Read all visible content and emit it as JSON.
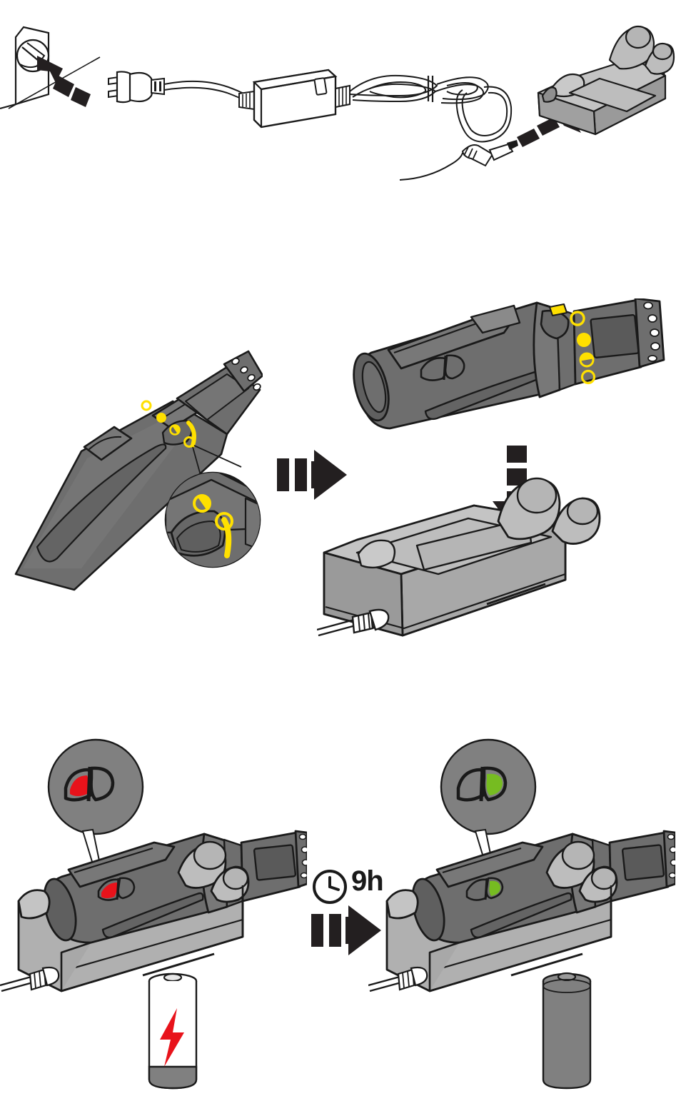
{
  "document": {
    "type": "instruction-manual-illustration",
    "title": "Charging the handheld device",
    "steps": 3,
    "background_color": "#ffffff"
  },
  "palette": {
    "outline": "#1a1a1a",
    "device_body": "#6e6e6e",
    "device_body_dark": "#5a5a5a",
    "device_body_light": "#7c7c7c",
    "cradle": "#b0b0b0",
    "cradle_light": "#c4c4c4",
    "cradle_dark": "#9a9a9a",
    "callout_fill": "#808080",
    "accent_yellow": "#ffe000",
    "led_red": "#e8131b",
    "led_green": "#76bc21",
    "battery_empty": "#ffffff",
    "battery_full": "#808080",
    "arrow_black": "#231f20",
    "white": "#ffffff"
  },
  "step1": {
    "name": "connect-power-supply",
    "wall_outlet": {
      "label": "wall-socket",
      "plug_type": "europlug-2-pin"
    },
    "arrow_to_outlet": {
      "style": "segmented",
      "direction": "up-left",
      "segments": 3
    },
    "power_adapter": {
      "label": "ac-dc-power-adapter",
      "has_led": true
    },
    "cable": {
      "label": "coiled-dc-cable",
      "connector": "dc-barrel-plug"
    },
    "arrow_to_cradle": {
      "style": "segmented",
      "direction": "up-right",
      "segments": 3
    },
    "cradle": {
      "label": "charging-cradle",
      "socket": "dc-input-jack"
    }
  },
  "step2": {
    "name": "insert-device-into-cradle",
    "device_tilted": {
      "label": "handheld-device-tilted",
      "indicator_dots": [
        "ring",
        "filled",
        "half",
        "ring"
      ],
      "alignment_mark": "yellow-stripe"
    },
    "detail_callout": {
      "label": "alignment-detail-zoom",
      "shows": [
        "half-dot",
        "ring-dot",
        "yellow-alignment-stripe"
      ]
    },
    "transition_arrow": {
      "style": "bars-and-arrowhead",
      "bars": 2,
      "direction": "right"
    },
    "device_horizontal": {
      "label": "handheld-device-aligned",
      "indicator_dots": [
        "ring",
        "filled",
        "half",
        "ring"
      ],
      "has_clip": true,
      "has_display_window": true,
      "endcap_vents": 5
    },
    "insert_arrow": {
      "style": "segmented",
      "direction": "down",
      "segments": 3
    },
    "cradle": {
      "label": "charging-cradle-with-cable"
    }
  },
  "step3": {
    "name": "charge-until-green",
    "left": {
      "callout": {
        "label": "led-indicator-charging",
        "lit_half": "left",
        "color": "#e8131b"
      },
      "device": {
        "label": "device-seated-in-cradle-charging"
      },
      "battery": {
        "label": "battery-empty",
        "state": "empty",
        "bolt": true,
        "bolt_color": "#e8131b"
      }
    },
    "timer": {
      "label": "charge-duration",
      "value": "9h",
      "icon": "clock-icon"
    },
    "transition_arrow": {
      "style": "bars-and-arrowhead",
      "bars": 2,
      "direction": "right"
    },
    "right": {
      "callout": {
        "label": "led-indicator-charged",
        "lit_half": "right",
        "color": "#76bc21"
      },
      "device": {
        "label": "device-seated-in-cradle-charged"
      },
      "battery": {
        "label": "battery-full",
        "state": "full",
        "bolt": false
      }
    }
  }
}
